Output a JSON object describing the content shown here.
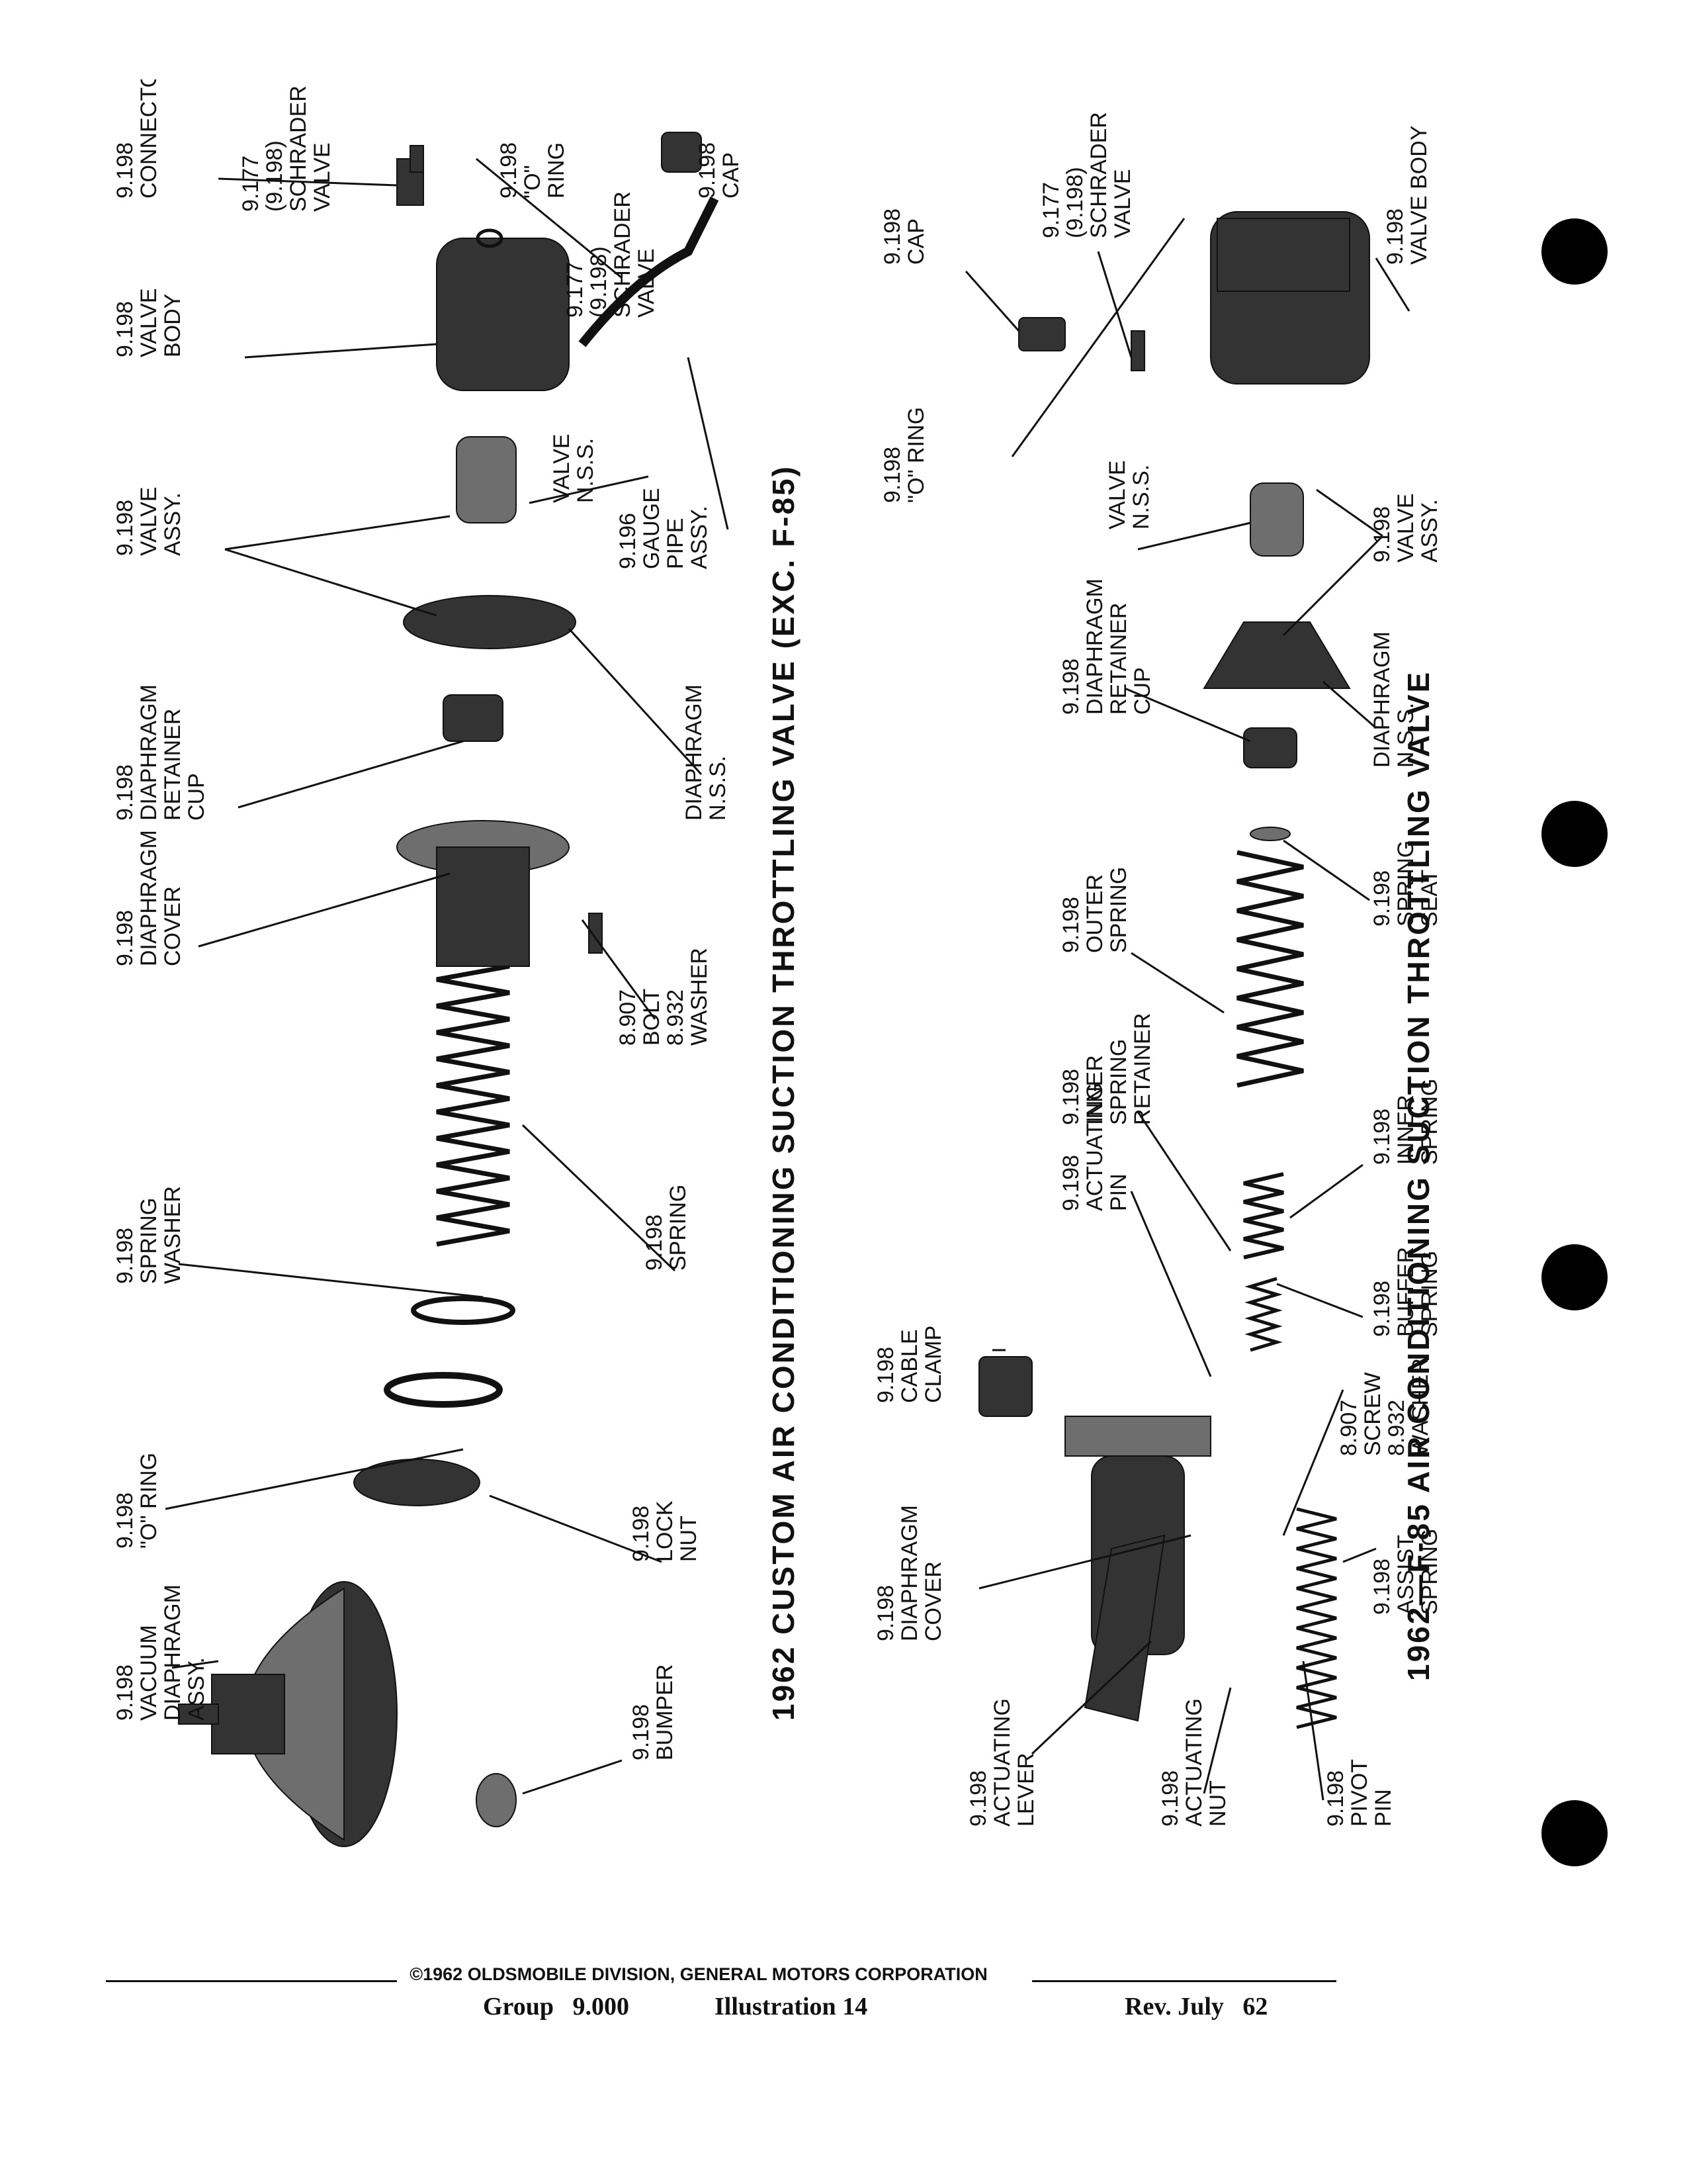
{
  "upper_diagram": {
    "title": "1962 CUSTOM AIR CONDITIONING SUCTION THROTTLING VALVE (EXC. F-85)",
    "labels": {
      "vacuum_diaphragm": [
        "9.198",
        "VACUUM",
        "DIAPHRAGM",
        "ASSY."
      ],
      "bumper": [
        "9.198",
        "BUMPER"
      ],
      "o_ring_1": [
        "9.198",
        "\"O\" RING"
      ],
      "lock_nut": [
        "9.198",
        "LOCK",
        "NUT"
      ],
      "spring_washer": [
        "9.198",
        "SPRING",
        "WASHER"
      ],
      "spring": [
        "9.198",
        "SPRING"
      ],
      "diaphragm_cover": [
        "9.198",
        "DIAPHRAGM",
        "COVER"
      ],
      "bolt_washer": [
        "8.907",
        "BOLT",
        "8.932",
        "WASHER"
      ],
      "retainer_cup": [
        "9.198",
        "DIAPHRAGM",
        "RETAINER",
        "CUP"
      ],
      "diaphragm_nss": [
        "DIAPHRAGM",
        "N.S.S."
      ],
      "valve_assy": [
        "9.198",
        "VALVE",
        "ASSY."
      ],
      "valve_nss": [
        "VALVE",
        "N.S.S."
      ],
      "valve_body": [
        "9.198",
        "VALVE",
        "BODY"
      ],
      "gauge_pipe": [
        "9.196",
        "GAUGE",
        "PIPE",
        "ASSY."
      ],
      "connector": [
        "9.198",
        "CONNECTOR"
      ],
      "schrader_1": [
        "9.177",
        "(9.198)",
        "SCHRADER",
        "VALVE"
      ],
      "schrader_2": [
        "9.177",
        "(9.198)",
        "SCHRADER",
        "VALVE"
      ],
      "o_ring_2": [
        "9.198",
        "\"O\"",
        "RING"
      ],
      "cap": [
        "9.198",
        "CAP"
      ]
    }
  },
  "lower_diagram": {
    "title": "1962—F-85 AIR CONDITIONING SUCTION THROTTLING VALVE",
    "labels": {
      "actuating_lever": [
        "9.198",
        "ACTUATING",
        "LEVER"
      ],
      "actuating_nut": [
        "9.198",
        "ACTUATING",
        "NUT"
      ],
      "pivot_pin": [
        "9.198",
        "PIVOT",
        "PIN"
      ],
      "diaphragm_cover": [
        "9.198",
        "DIAPHRAGM",
        "COVER"
      ],
      "assist_spring": [
        "9.198",
        "ASSIST",
        "SPRING"
      ],
      "cable_clamp": [
        "9.198",
        "CABLE",
        "CLAMP"
      ],
      "screw_washer": [
        "8.907",
        "SCREW",
        "8.932",
        "WASHER"
      ],
      "actuating_pin": [
        "9.198",
        "ACTUATING",
        "PIN"
      ],
      "buffer_spring": [
        "9.198",
        "BUFFER",
        "SPRING"
      ],
      "inner_spring_retainer": [
        "9.198",
        "INNER",
        "SPRING",
        "RETAINER"
      ],
      "inner_spring": [
        "9.198",
        "INNER",
        "SPRING"
      ],
      "outer_spring": [
        "9.198",
        "OUTER",
        "SPRING"
      ],
      "spring_seat": [
        "9.198",
        "SPRING",
        "SEAT"
      ],
      "retainer_cup": [
        "9.198",
        "DIAPHRAGM",
        "RETAINER",
        "CUP"
      ],
      "diaphragm_nss": [
        "DIAPHRAGM",
        "N.S.S."
      ],
      "valve_nss": [
        "VALVE",
        "N.S.S."
      ],
      "valve_assy": [
        "9.198",
        "VALVE",
        "ASSY."
      ],
      "o_ring": [
        "9.198",
        "\"O\" RING"
      ],
      "cap": [
        "9.198",
        "CAP"
      ],
      "schrader": [
        "9.177",
        "(9.198)",
        "SCHRADER",
        "VALVE"
      ],
      "valve_body": [
        "9.198",
        "VALVE BODY"
      ]
    }
  },
  "footer": {
    "copyright": "©1962 OLDSMOBILE DIVISION, GENERAL MOTORS CORPORATION",
    "group": "Group   9.000",
    "illustration": "Illustration 14",
    "revision": "Rev. July   62"
  }
}
